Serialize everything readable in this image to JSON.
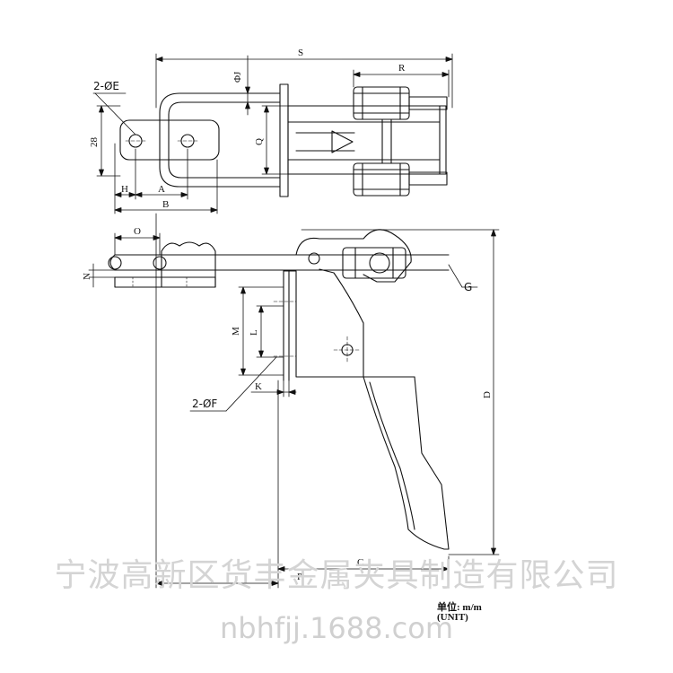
{
  "watermark": {
    "company": "宁波高新区货丰金属夹具制造有限公司",
    "site": "nbhfjj.1688.com"
  },
  "unit": {
    "label": "单位: m/m",
    "sub": "(UNIT)"
  },
  "dimensions": {
    "S": "S",
    "R": "R",
    "phiJ": "ΦJ",
    "Q": "Q",
    "v28": "28",
    "twoPhiE": "2-ØE",
    "H": "H",
    "A": "A",
    "B": "B",
    "O": "O",
    "N": "N",
    "G": "G",
    "M": "M",
    "L": "L",
    "twoPhiF": "2-ØF",
    "K": "K",
    "D": "D",
    "C": "C",
    "P": "P"
  }
}
